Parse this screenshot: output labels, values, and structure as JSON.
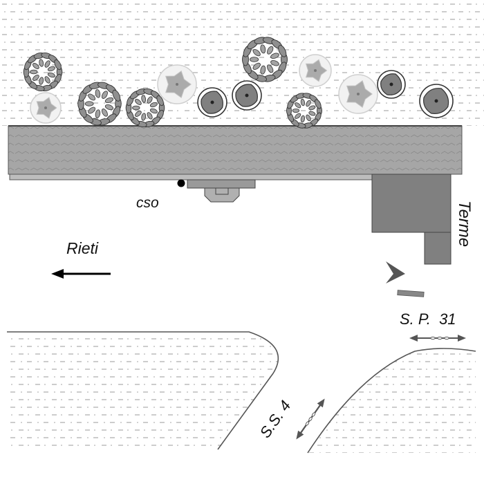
{
  "labels": {
    "station": "cso",
    "rieti": "Rieti",
    "terme": "Terme",
    "sp31": "S. P.  31",
    "ss4": "S.S. 4"
  },
  "colors": {
    "platform": "#999999",
    "building": "#808080",
    "road_line": "#555555",
    "tree_fill": "#8f8f8f",
    "pattern_mark": "#9a9a9a"
  },
  "icons": {
    "tree_leafy": "leafy-tree-icon",
    "tree_round": "round-tree-icon",
    "tree_shrub": "shrub-icon",
    "station_marker": "station-dot-icon",
    "direction_arrow": "arrow-left-icon",
    "direction_chevron": "chevron-right-icon",
    "road_arrow": "double-arrow-icon"
  }
}
